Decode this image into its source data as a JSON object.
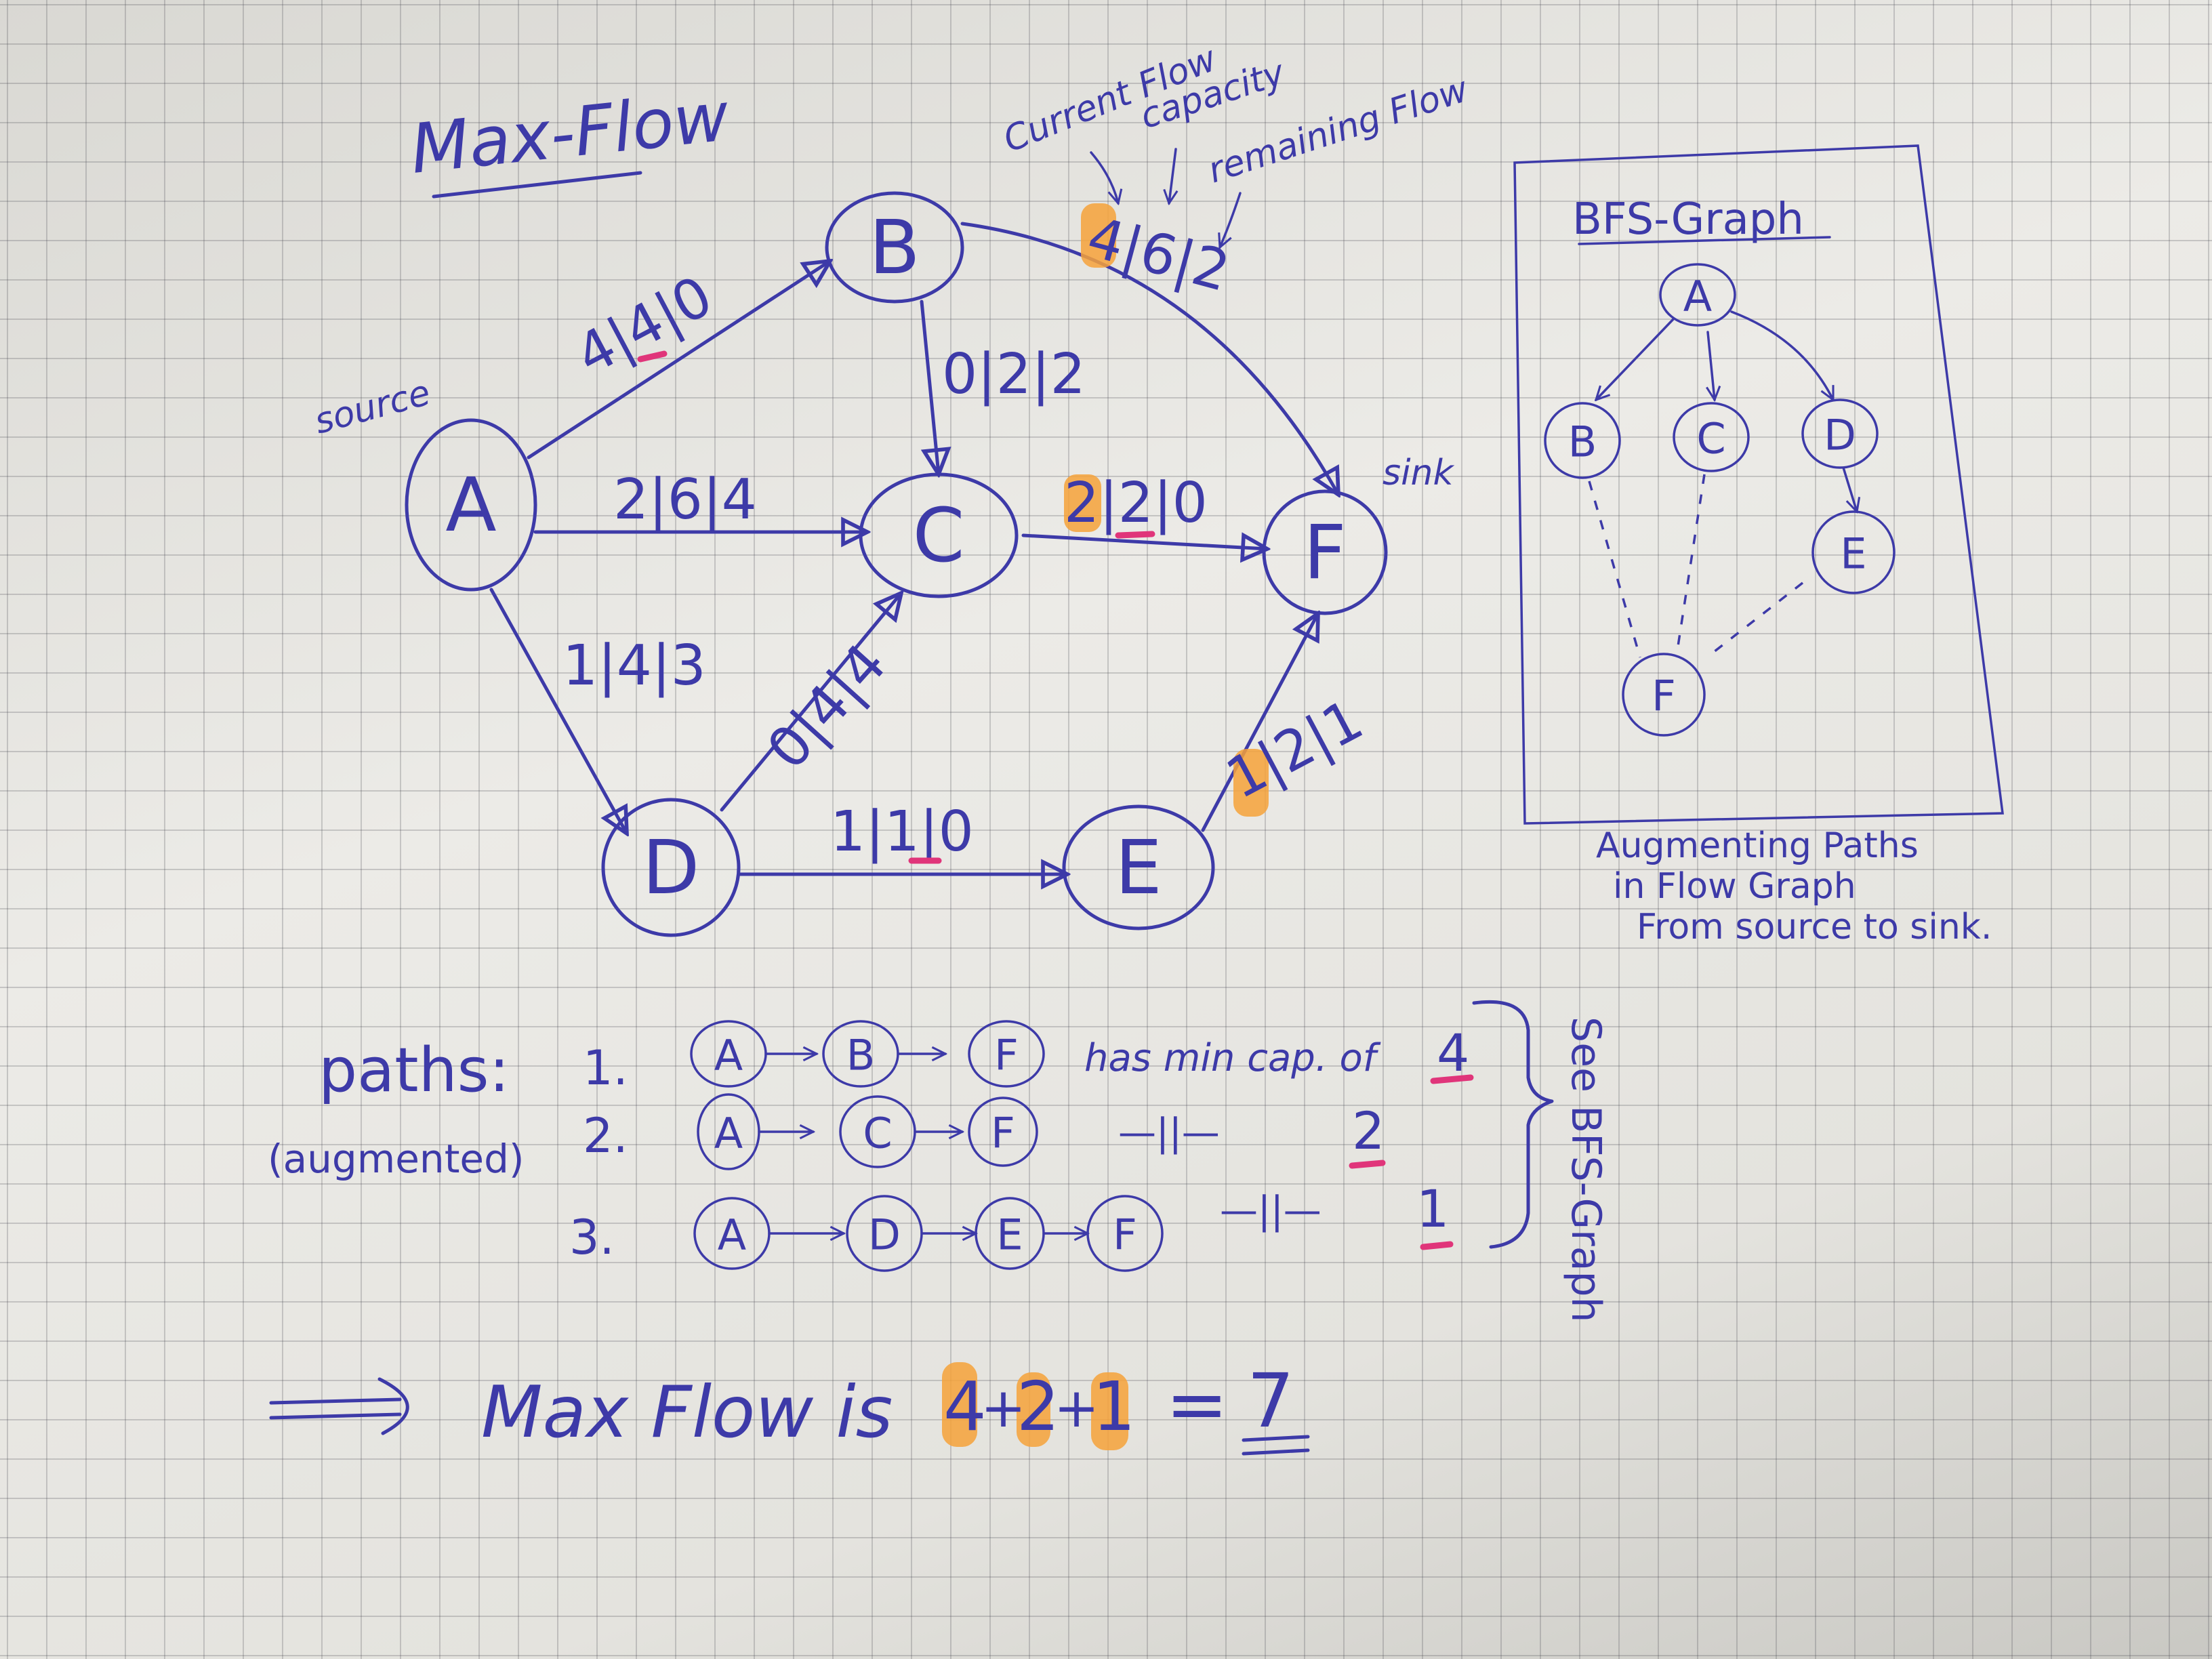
{
  "title": "Max-Flow",
  "annotations": {
    "current_flow": "Current Flow",
    "capacity": "capacity",
    "remaining_flow": "remaining Flow",
    "source": "source",
    "sink": "sink"
  },
  "nodes": {
    "A": "A",
    "B": "B",
    "C": "C",
    "D": "D",
    "E": "E",
    "F": "F"
  },
  "edges": {
    "AB": "4|4|0",
    "AC": "2|6|4",
    "AD": "1|4|3",
    "BC": "0|2|2",
    "BF": "4|6|2",
    "CF": "2|2|0",
    "DC": "0|4|4",
    "DE": "1|1|0",
    "EF": "1|2|1"
  },
  "bfs": {
    "title": "BFS-Graph",
    "caption_1": "Augmenting Paths",
    "caption_2": "in Flow Graph",
    "caption_3": "From source to sink."
  },
  "paths": {
    "label": "paths:",
    "sublabel": "(augmented)",
    "rows": [
      {
        "num": "1.",
        "nodes": [
          "A",
          "B",
          "F"
        ],
        "text": "has min cap. of",
        "value": "4"
      },
      {
        "num": "2.",
        "nodes": [
          "A",
          "C",
          "F"
        ],
        "text": "—||—",
        "value": "2"
      },
      {
        "num": "3.",
        "nodes": [
          "A",
          "D",
          "E",
          "F"
        ],
        "text": "—||—",
        "value": "1"
      }
    ],
    "see_note": "See BFS-Graph"
  },
  "result": {
    "arrow": "⟹",
    "text": "Max Flow is",
    "terms": [
      "4",
      "+",
      "2",
      "+",
      "1"
    ],
    "equals": "=",
    "total": "7"
  },
  "colors": {
    "ink": "#3d3aa8",
    "highlight": "#f6a23a",
    "underline": "#e0357a"
  }
}
